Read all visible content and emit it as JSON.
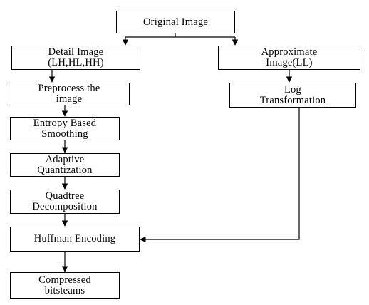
{
  "diagram": {
    "nodes": {
      "original": {
        "label": "Original Image"
      },
      "detail": {
        "line1": "Detail Image",
        "line2": "(LH,HL,HH)"
      },
      "approx": {
        "line1": "Approximate",
        "line2": "Image(LL)"
      },
      "preprocess": {
        "line1": "Preprocess the",
        "line2": "image"
      },
      "entropy": {
        "line1": "Entropy Based",
        "line2": "Smoothing"
      },
      "adaptive": {
        "line1": "Adaptive",
        "line2": "Quantization"
      },
      "quadtree": {
        "line1": "Quadtree",
        "line2": "Decomposition"
      },
      "huffman": {
        "label": "Huffman Encoding"
      },
      "log": {
        "line1": "Log",
        "line2": "Transformation"
      },
      "compressed": {
        "line1": "Compressed",
        "line2": "bitsteams"
      }
    },
    "colors": {
      "stroke": "#000000",
      "background": "#ffffff"
    }
  }
}
